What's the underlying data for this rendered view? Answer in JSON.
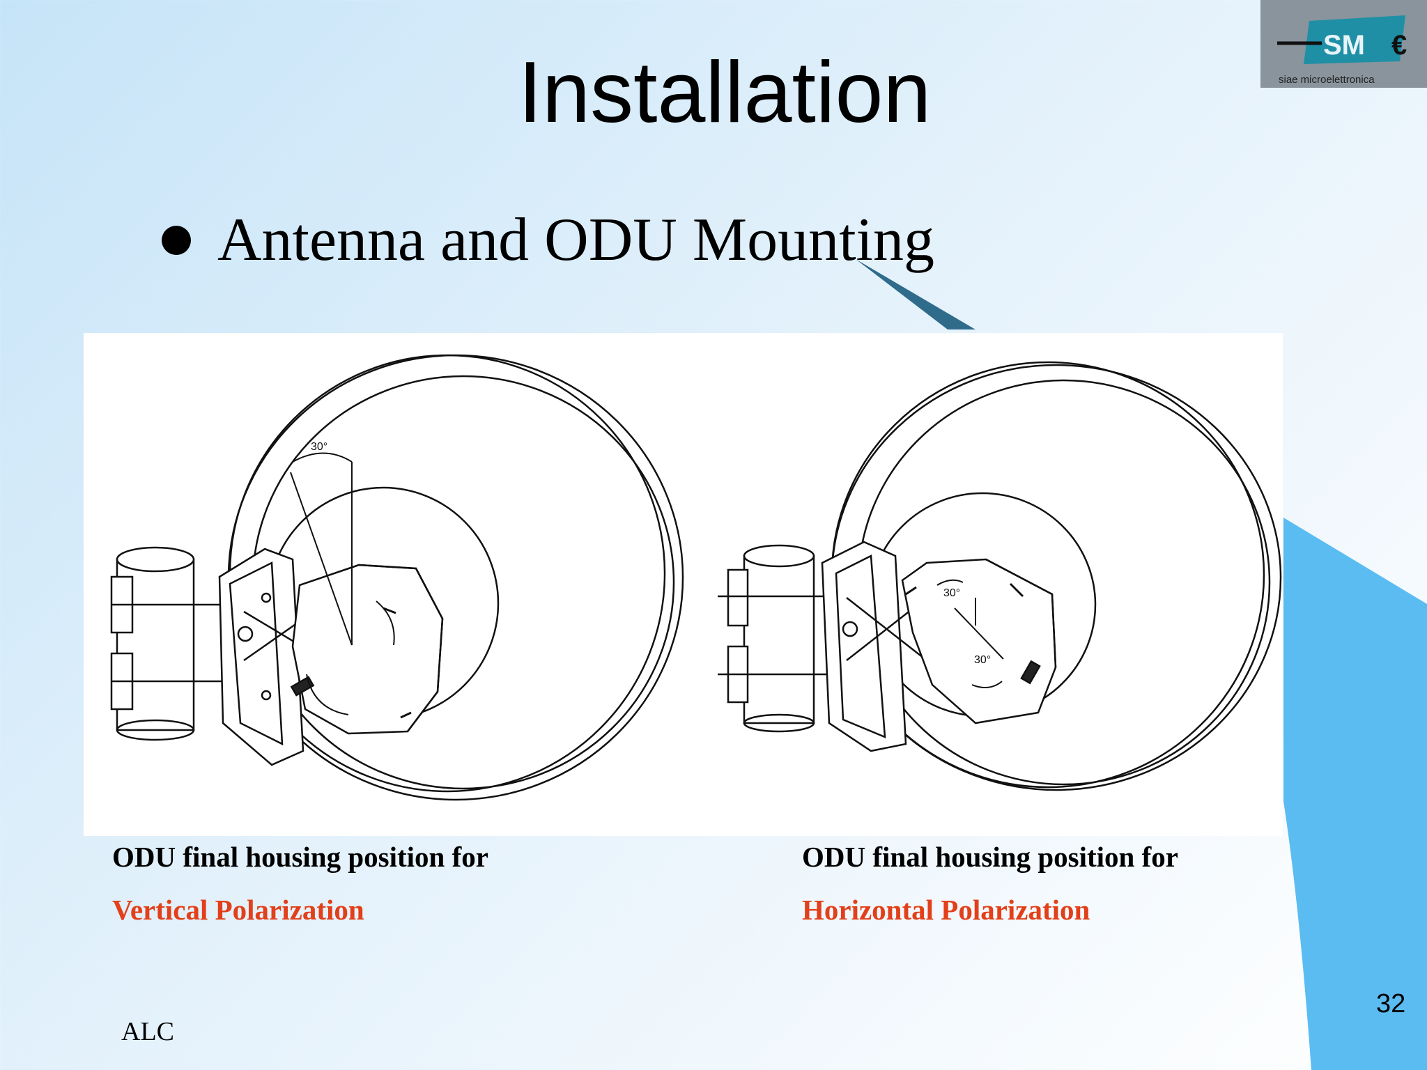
{
  "slide": {
    "title": "Installation",
    "bullet": "Antenna and ODU Mounting",
    "footer": "ALC",
    "page_number": "32"
  },
  "logo": {
    "brand": "SM",
    "tagline": "siae microelettronica"
  },
  "figure": {
    "left": {
      "angle_label": "30°",
      "caption_line1": "ODU final housing position for",
      "caption_line2": "Vertical Polarization"
    },
    "right": {
      "angle_label_top": "30°",
      "angle_label_bottom": "30°",
      "caption_line1": "ODU final housing position for",
      "caption_line2": "Horizontal Polarization"
    }
  },
  "colors": {
    "accent_blue": "#5bbcf2",
    "pointer_blue": "#2f6b8a",
    "caption_red": "#e2401a",
    "logo_teal": "#1f8fa6"
  },
  "icons": [
    "bullet-dot-icon",
    "logo-icon"
  ]
}
